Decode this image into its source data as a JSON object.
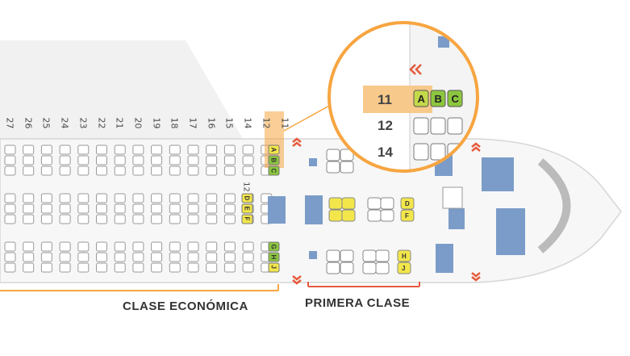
{
  "seatmap": {
    "economy_rows": [
      "27",
      "26",
      "25",
      "24",
      "23",
      "22",
      "21",
      "20",
      "19",
      "18",
      "17",
      "16",
      "15",
      "14",
      "12",
      "11"
    ],
    "highlighted_row": "11",
    "side_row_label": "12",
    "letters_left": [
      "A",
      "B",
      "C"
    ],
    "letters_mid": [
      "D",
      "E",
      "F"
    ],
    "letters_right": [
      "G",
      "H",
      "J"
    ],
    "first_class_letters_mid": [
      "D",
      "F"
    ],
    "first_class_letters_right": [
      "H",
      "J"
    ],
    "economy_label": "CLASE ECONÓMICA",
    "first_class_label": "PRIMERA CLASE",
    "zoom": {
      "rows": [
        "11",
        "12",
        "14"
      ],
      "letters": [
        "A",
        "B",
        "C"
      ]
    },
    "colors": {
      "highlight": "#f7a541",
      "seat_green": "#8cc63f",
      "seat_yellow": "#f2e64b",
      "lavatory_blue": "#7b9cc8"
    }
  }
}
